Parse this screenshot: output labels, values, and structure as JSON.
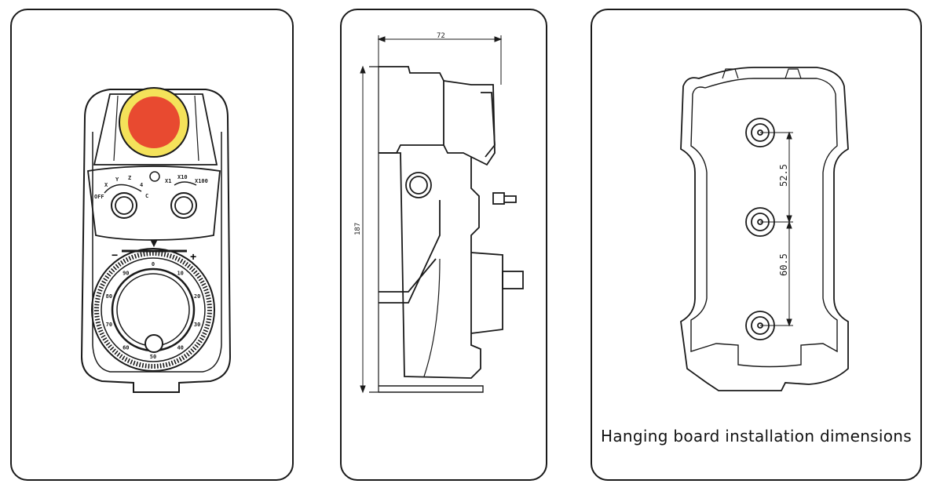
{
  "caption": "Hanging board installation dimensions",
  "side_view": {
    "width_dim": "72",
    "height_dim": "187"
  },
  "back_view": {
    "upper_spacing": "52.5",
    "lower_spacing": "60.5"
  },
  "front_view": {
    "axis_labels": [
      "OFF",
      "X",
      "Y",
      "Z",
      "4",
      "C"
    ],
    "step_labels": [
      "X1",
      "X10",
      "X100"
    ],
    "dial_numbers": [
      "0",
      "10",
      "20",
      "30",
      "40",
      "50",
      "60",
      "70",
      "80",
      "90"
    ],
    "minus": "−",
    "plus": "+"
  },
  "colors": {
    "estop_red": "#e84a30",
    "estop_yellow": "#f4e25a",
    "line": "#1a1a1a"
  }
}
